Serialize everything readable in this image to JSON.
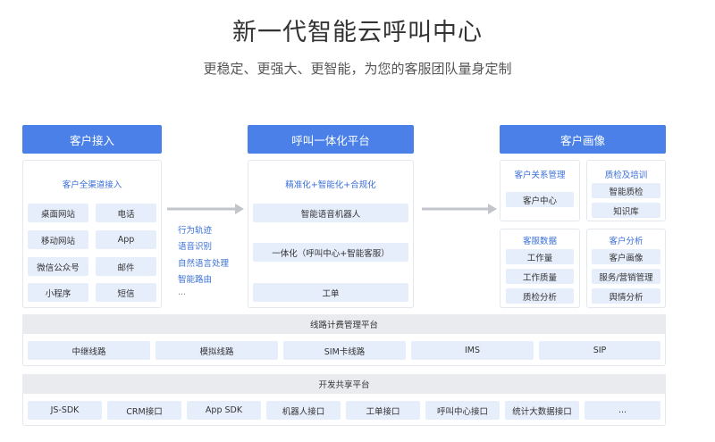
{
  "title": "新一代智能云呼叫中心",
  "subtitle": "更稳定、更强大、更智能，为您的客服团队量身定制",
  "access": {
    "header": "客户接入",
    "section_label": "客户全渠道接入",
    "channels": [
      "桌面网站",
      "电话",
      "移动网站",
      "App",
      "微信公众号",
      "邮件",
      "小程序",
      "短信"
    ]
  },
  "flow_labels": [
    "行为轨迹",
    "语音识别",
    "自然语言处理",
    "智能路由",
    "..."
  ],
  "platform": {
    "header": "呼叫一体化平台",
    "section_label": "精准化+智能化+合规化",
    "items": [
      "智能语音机器人",
      "一体化（呼叫中心+智能客服）",
      "工单"
    ]
  },
  "portrait": {
    "header": "客户画像",
    "boxes": [
      {
        "title": "客户关系管理",
        "items": [
          "客户中心"
        ]
      },
      {
        "title": "质检及培训",
        "items": [
          "智能质检",
          "知识库"
        ]
      },
      {
        "title": "客服数据",
        "items": [
          "工作量",
          "工作质量",
          "质检分析"
        ]
      },
      {
        "title": "客户分析",
        "items": [
          "客户画像",
          "服务/营销管理",
          "舆情分析"
        ]
      }
    ]
  },
  "line_platform": {
    "header": "线路计费管理平台",
    "items": [
      "中继线路",
      "模拟线路",
      "SIM卡线路",
      "IMS",
      "SIP"
    ]
  },
  "share_platform": {
    "header": "开发共享平台",
    "items": [
      "JS-SDK",
      "CRM接口",
      "App SDK",
      "机器人接口",
      "工单接口",
      "呼叫中心接口",
      "统计大数据接口",
      "..."
    ]
  },
  "colors": {
    "accent": "#4a80e8",
    "chip": "#e6eefc",
    "link": "#3b6fd8",
    "band": "#e9ebef",
    "arrow": "#c2c6cc"
  }
}
